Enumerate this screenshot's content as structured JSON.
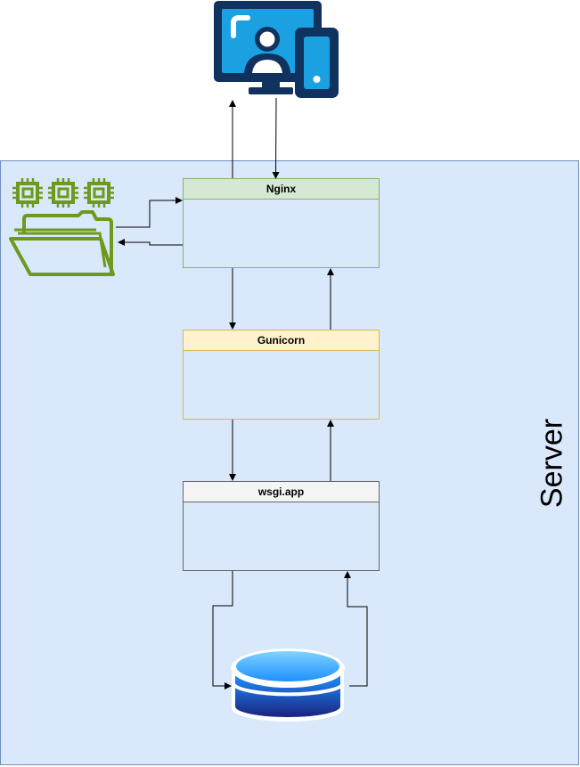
{
  "container": {
    "label": "Server"
  },
  "nodes": {
    "nginx": {
      "label": "Nginx"
    },
    "gunicorn": {
      "label": "Gunicorn"
    },
    "wsgi": {
      "label": "wsgi.app"
    }
  },
  "icons": {
    "client": "monitor-and-phone-user-icon",
    "static_files": "folder-with-chips-icon",
    "database": "database-cylinder-icon"
  },
  "colors": {
    "server_fill": "#dae8fc",
    "server_stroke": "#6c8ebf",
    "nginx_header": "#d5e8d4",
    "nginx_stroke": "#82b366",
    "gunicorn_header": "#fff2cc",
    "gunicorn_stroke": "#d6b656",
    "wsgi_header": "#f5f5f5",
    "wsgi_stroke": "#666666",
    "client_blue": "#1ba1e2",
    "client_navy": "#10325f",
    "folder_green": "#6d9a1c",
    "db_blue": "#1e90ff"
  }
}
